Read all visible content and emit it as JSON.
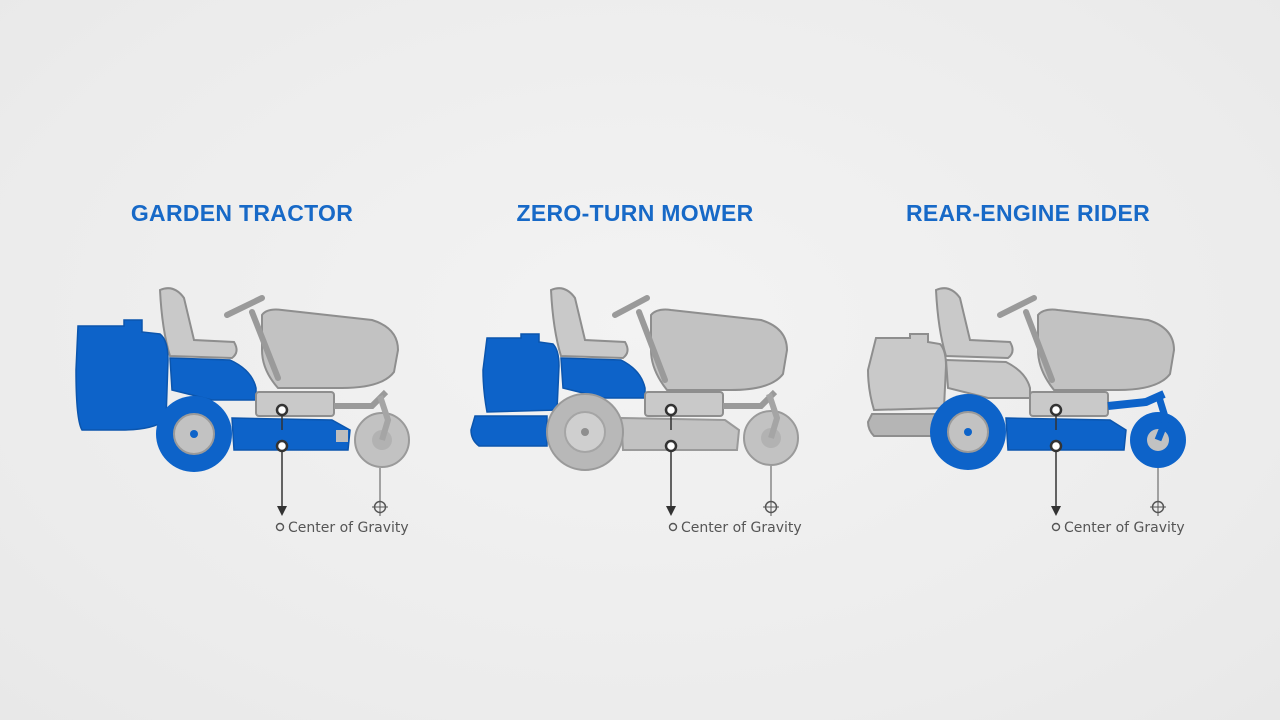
{
  "colors": {
    "background": "#efefef",
    "accent_blue": "#1769c7",
    "body_blue": "#0d63c9",
    "body_gray": "#bdbdbd",
    "outline_gray": "#8e8e8e",
    "arrow_dark": "#3a3a3a"
  },
  "panels": [
    {
      "title": "GARDEN TRACTOR",
      "cog_label": "Center of Gravity",
      "engine_position": "rear",
      "highlight": "rear engine, rear wheel, mid deck"
    },
    {
      "title": "ZERO-TURN MOWER",
      "cog_label": "Center of Gravity",
      "engine_position": "rear",
      "highlight": "rear engine"
    },
    {
      "title": "REAR-ENGINE RIDER",
      "cog_label": "Center of Gravity",
      "engine_position": "rear",
      "highlight": "wheels and deck"
    }
  ]
}
